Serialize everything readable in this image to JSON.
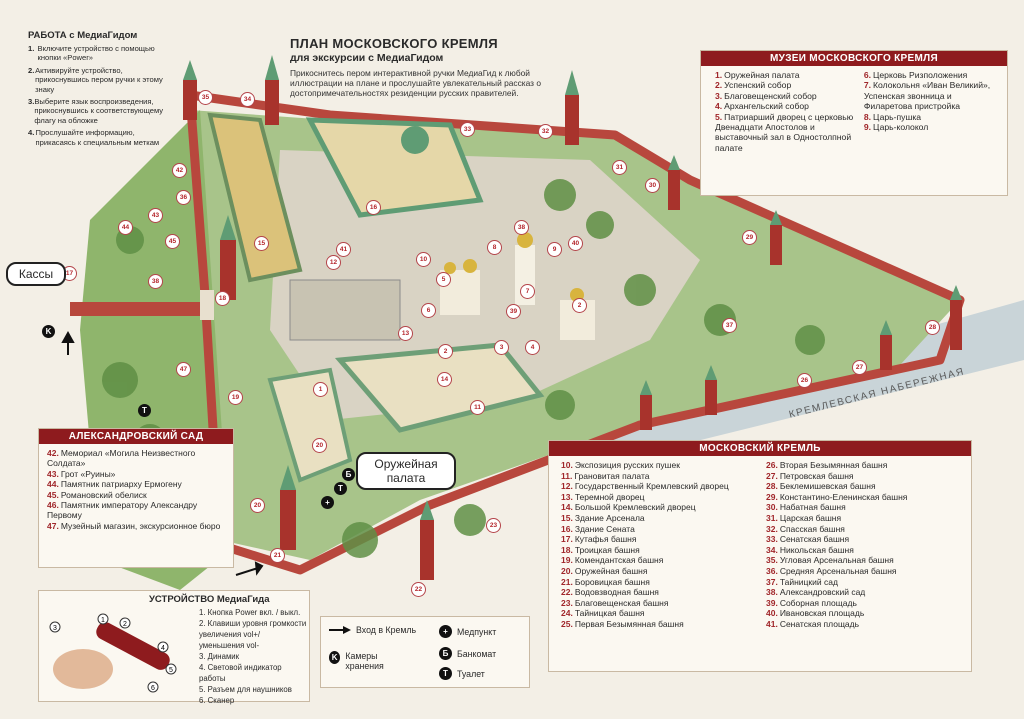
{
  "title": "ПЛАН МОСКОВСКОГО КРЕМЛЯ",
  "subtitle": "для экскурсии с МедиаГидом",
  "description": "Прикоснитесь пером интерактивной ручки МедиаГид к любой иллюстрации на плане и прослушайте увлекательный рассказ о достопримечательностях резиденции русских правителей.",
  "work": {
    "title": "РАБОТА с МедиаГидом",
    "steps": [
      {
        "n": "1.",
        "text": "Включите устройство с помощью кнопки «Power»"
      },
      {
        "n": "2.",
        "text": "Активируйте устройство, прикоснувшись пером ручки к этому знаку"
      },
      {
        "n": "3.",
        "text": "Выберите язык воспроизведения, прикоснувшись к соответствующему флагу на обложке"
      },
      {
        "n": "4.",
        "text": "Прослушайте информацию, прикасаясь к специальным меткам"
      }
    ]
  },
  "museums": {
    "title": "МУЗЕИ МОСКОВСКОГО КРЕМЛЯ",
    "col1": [
      {
        "n": "1.",
        "t": "Оружейная палата"
      },
      {
        "n": "2.",
        "t": "Успенский собор"
      },
      {
        "n": "3.",
        "t": "Благовещенский собор"
      },
      {
        "n": "4.",
        "t": "Архангельский собор"
      },
      {
        "n": "5.",
        "t": "Патриарший дворец с церковью Двенадцати Апостолов и выставочный зал в Одностолпной палате"
      }
    ],
    "col2": [
      {
        "n": "6.",
        "t": "Церковь Ризположения"
      },
      {
        "n": "7.",
        "t": "Колокольня «Иван Великий», Успенская звонница и Филаретова пристройка"
      },
      {
        "n": "8.",
        "t": "Царь-пушка"
      },
      {
        "n": "9.",
        "t": "Царь-колокол"
      }
    ]
  },
  "kremlin": {
    "title": "МОСКОВСКИЙ КРЕМЛЬ",
    "col1": [
      {
        "n": "10.",
        "t": "Экспозиция русских пушек"
      },
      {
        "n": "11.",
        "t": "Грановитая палата"
      },
      {
        "n": "12.",
        "t": "Государственный Кремлевский дворец"
      },
      {
        "n": "13.",
        "t": "Теремной дворец"
      },
      {
        "n": "14.",
        "t": "Большой Кремлевский дворец"
      },
      {
        "n": "15.",
        "t": "Здание Арсенала"
      },
      {
        "n": "16.",
        "t": "Здание Сената"
      },
      {
        "n": "17.",
        "t": "Кутафья башня"
      },
      {
        "n": "18.",
        "t": "Троицкая башня"
      },
      {
        "n": "19.",
        "t": "Комендантская башня"
      },
      {
        "n": "20.",
        "t": "Оружейная башня"
      },
      {
        "n": "21.",
        "t": "Боровицкая башня"
      },
      {
        "n": "22.",
        "t": "Водовзводная башня"
      },
      {
        "n": "23.",
        "t": "Благовещенская башня"
      },
      {
        "n": "24.",
        "t": "Тайницкая башня"
      },
      {
        "n": "25.",
        "t": "Первая Безымянная башня"
      }
    ],
    "col2": [
      {
        "n": "26.",
        "t": "Вторая Безымянная башня"
      },
      {
        "n": "27.",
        "t": "Петровская башня"
      },
      {
        "n": "28.",
        "t": "Беклемишевская башня"
      },
      {
        "n": "29.",
        "t": "Константино-Еленинская башня"
      },
      {
        "n": "30.",
        "t": "Набатная башня"
      },
      {
        "n": "31.",
        "t": "Царская башня"
      },
      {
        "n": "32.",
        "t": "Спасская башня"
      },
      {
        "n": "33.",
        "t": "Сенатская башня"
      },
      {
        "n": "34.",
        "t": "Никольская башня"
      },
      {
        "n": "35.",
        "t": "Угловая Арсенальная башня"
      },
      {
        "n": "36.",
        "t": "Средняя Арсенальная башня"
      },
      {
        "n": "37.",
        "t": "Тайницкий сад"
      },
      {
        "n": "38.",
        "t": "Александровский сад"
      },
      {
        "n": "39.",
        "t": "Соборная площадь"
      },
      {
        "n": "40.",
        "t": "Ивановская площадь"
      },
      {
        "n": "41.",
        "t": "Сенатская площадь"
      }
    ]
  },
  "garden": {
    "title": "АЛЕКСАНДРОВСКИЙ САД",
    "items": [
      {
        "n": "42.",
        "t": "Мемориал «Могила Неизвестного Солдата»"
      },
      {
        "n": "43.",
        "t": "Грот «Руины»"
      },
      {
        "n": "44.",
        "t": "Памятник патриарху Ермогену"
      },
      {
        "n": "45.",
        "t": "Романовский обелиск"
      },
      {
        "n": "46.",
        "t": "Памятник императору Александру Первому"
      },
      {
        "n": "47.",
        "t": "Музейный магазин, экскурсионное бюро"
      }
    ]
  },
  "device": {
    "title": "УСТРОЙСТВО МедиаГида",
    "items": [
      "1. Кнопка Power вкл. / выкл.",
      "2. Клавиши уровня громкости увеличения vol+/ уменьшения vol-",
      "3. Динамик",
      "4. Световой индикатор работы",
      "5. Разъем для наушников",
      "6. Сканер"
    ],
    "markers": [
      "1",
      "2",
      "3",
      "4",
      "5",
      "6"
    ]
  },
  "legend": {
    "entrance": "Вход в Кремль",
    "lockers": "Камеры хранения",
    "lockers_icon": "K",
    "firstaid": "Медпункт",
    "firstaid_icon": "+",
    "atm": "Банкомат",
    "atm_icon": "Б",
    "toilet": "Туалет",
    "toilet_icon": "Т"
  },
  "callouts": {
    "armory": "Оружейная палата",
    "kassy": "Кассы"
  },
  "embankment": "КРЕМЛЕВСКАЯ НАБЕРЕЖНАЯ",
  "colors": {
    "accent": "#8e1b1e",
    "wall": "#b8473d",
    "roof": "#5f9c74",
    "lawn": "#9ec07c"
  }
}
